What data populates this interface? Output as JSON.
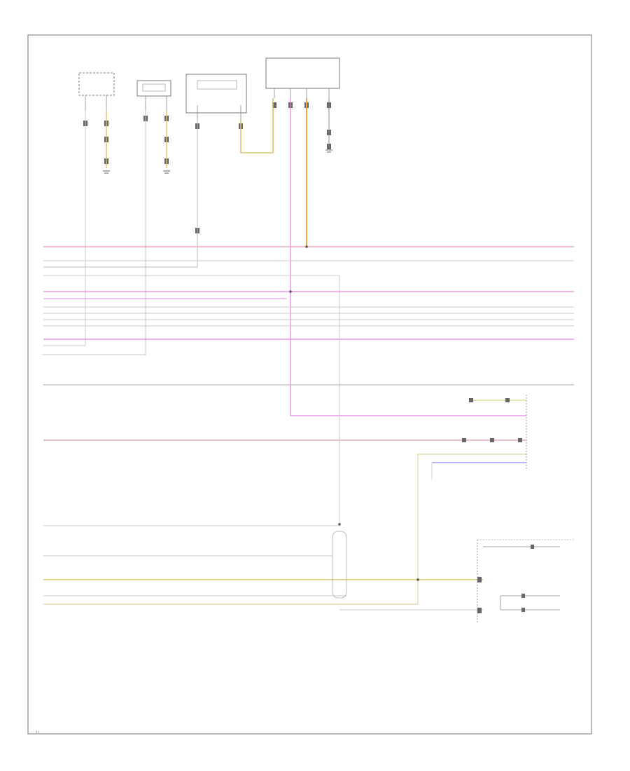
{
  "diagram": {
    "page_label": "( )",
    "colors": {
      "frame": "#8a8a8a",
      "red": "#e8aab2",
      "pink_magenta": "#e680e6",
      "gray": "#c8c8c8",
      "yellow": "#d7c86a",
      "orange": "#f3a34d",
      "blue_violet": "#8b8bf0",
      "connector": "#666666"
    },
    "components": [
      {
        "id": "comp1",
        "label": ""
      },
      {
        "id": "comp2",
        "label": ""
      },
      {
        "id": "comp3",
        "label": ""
      },
      {
        "id": "comp4",
        "label": ""
      },
      {
        "id": "ground1",
        "label": ""
      },
      {
        "id": "ground2",
        "label": ""
      },
      {
        "id": "ground3",
        "label": ""
      },
      {
        "id": "door_switch",
        "label": ""
      },
      {
        "id": "window_switch",
        "label": ""
      }
    ],
    "icons": [
      "ground-icon",
      "connector-icon",
      "splice-icon",
      "switch-icon"
    ]
  }
}
